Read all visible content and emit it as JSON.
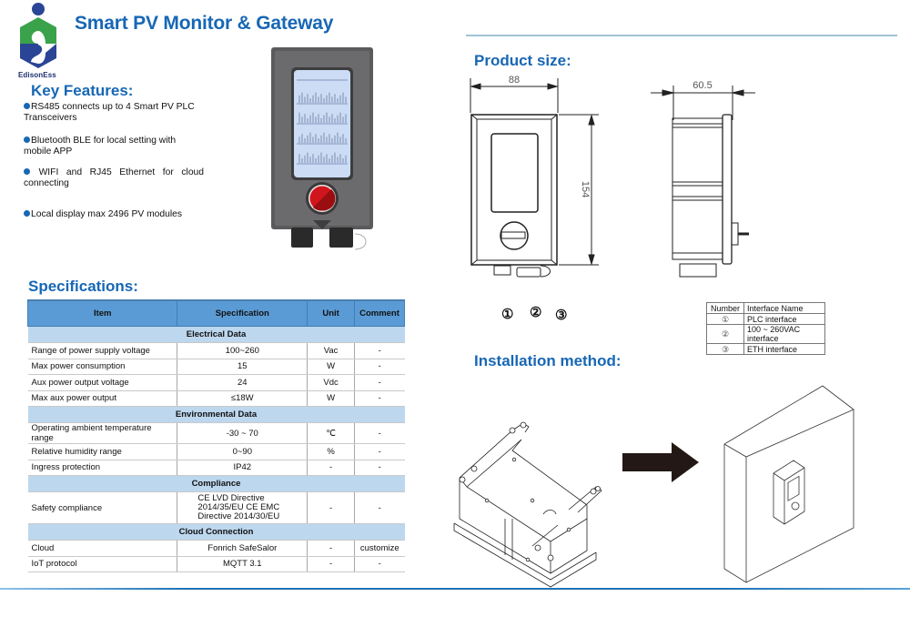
{
  "header": {
    "brand": "EdisonEss",
    "title": "Smart PV Monitor & Gateway"
  },
  "key_features": {
    "heading": "Key Features:",
    "items": [
      "RS485 connects up to 4 Smart PV PLC Transceivers",
      "Bluetooth BLE for local setting with mobile APP",
      "WIFI and RJ45 Ethernet for cloud connecting",
      "Local display max 2496 PV modules"
    ]
  },
  "specifications": {
    "heading": "Specifications:",
    "columns": [
      "Item",
      "Specification",
      "Unit",
      "Comment"
    ],
    "sections": [
      {
        "title": "Electrical Data",
        "rows": [
          {
            "item": "Range of power supply voltage",
            "spec": "100~260",
            "unit": "Vac",
            "comment": "-"
          },
          {
            "item": "Max power consumption",
            "spec": "15",
            "unit": "W",
            "comment": "-"
          },
          {
            "item": "Aux power output voltage",
            "spec": "24",
            "unit": "Vdc",
            "comment": "-"
          },
          {
            "item": "Max aux power output",
            "spec": "≤18W",
            "unit": "W",
            "comment": "-"
          }
        ]
      },
      {
        "title": "Environmental Data",
        "rows": [
          {
            "item": "Operating ambient temperature range",
            "spec": "-30 ~ 70",
            "unit": "℃",
            "comment": "-"
          },
          {
            "item": "Relative humidity range",
            "spec": "0~90",
            "unit": "%",
            "comment": "-"
          },
          {
            "item": "Ingress protection",
            "spec": "IP42",
            "unit": "-",
            "comment": "-"
          }
        ]
      },
      {
        "title": "Compliance",
        "rows": [
          {
            "item": "Safety compliance",
            "spec": "CE LVD Directive 2014/35/EU CE EMC Directive 2014/30/EU",
            "unit": "-",
            "comment": "-"
          }
        ]
      },
      {
        "title": "Cloud Connection",
        "rows": [
          {
            "item": "Cloud",
            "spec": "Fonrich SafeSalor",
            "unit": "-",
            "comment": "customize"
          },
          {
            "item": "IoT protocol",
            "spec": "MQTT 3.1",
            "unit": "-",
            "comment": "-"
          }
        ]
      }
    ]
  },
  "product_size": {
    "heading": "Product size:",
    "width_mm": "88",
    "height_mm": "154",
    "depth_mm": "60.5",
    "port_markers": [
      "①",
      "②",
      "③"
    ]
  },
  "interfaces": {
    "columns": [
      "Number",
      "Interface  Name"
    ],
    "rows": [
      {
        "number": "①",
        "name": "PLC interface"
      },
      {
        "number": "②",
        "name": "100 ~ 260VAC interface"
      },
      {
        "number": "③",
        "name": "ETH interface"
      }
    ]
  },
  "installation": {
    "heading": "Installation method:"
  },
  "colors": {
    "brand_blue": "#1767b5",
    "logo_green": "#3aa24a",
    "logo_navy": "#2a4596",
    "table_header": "#5b9bd5",
    "table_section": "#bdd7ee",
    "knob_red": "#d0161c"
  }
}
